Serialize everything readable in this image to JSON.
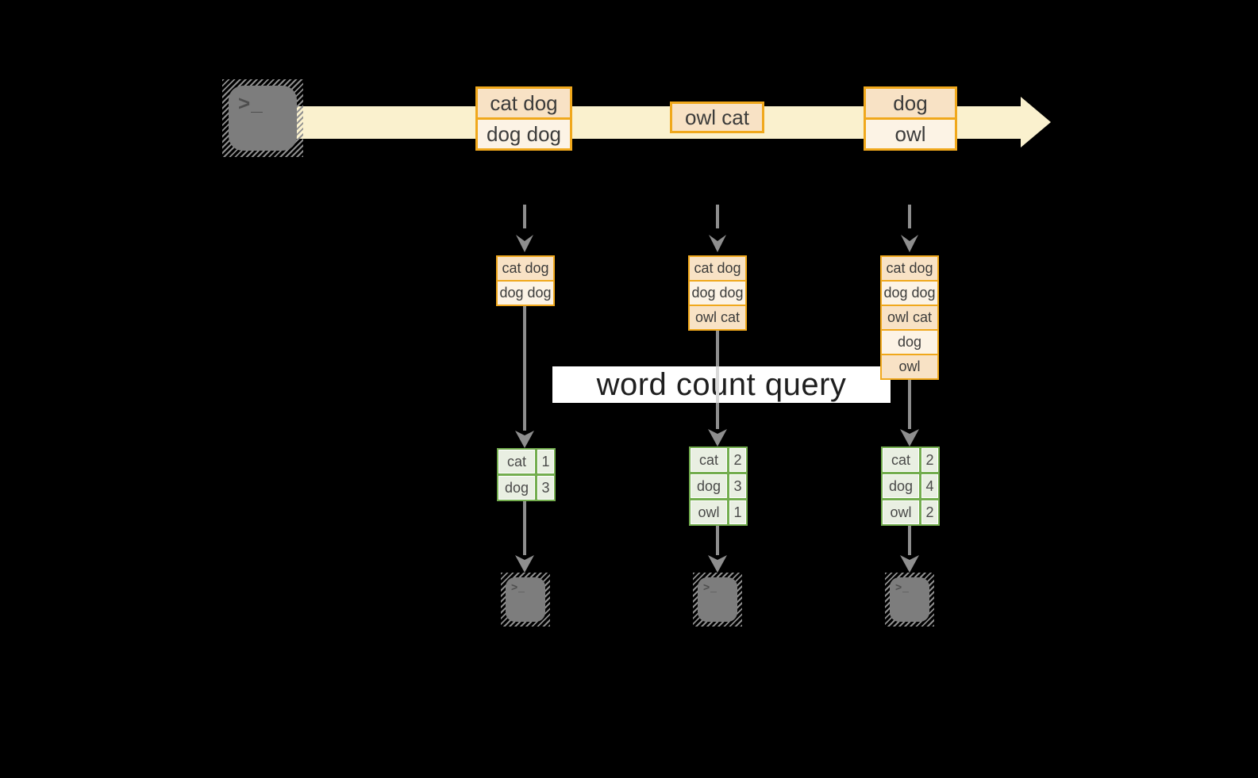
{
  "stream": {
    "batches": [
      {
        "lines": [
          "cat dog",
          "dog dog"
        ]
      },
      {
        "lines": [
          "owl cat"
        ]
      },
      {
        "lines": [
          "dog",
          "owl"
        ]
      }
    ]
  },
  "query": {
    "label": "word count query"
  },
  "columns": [
    {
      "state": [
        "cat dog",
        "dog dog"
      ],
      "counts": [
        {
          "word": "cat",
          "count": "1"
        },
        {
          "word": "dog",
          "count": "3"
        }
      ]
    },
    {
      "state": [
        "cat dog",
        "dog dog",
        "owl cat"
      ],
      "counts": [
        {
          "word": "cat",
          "count": "2"
        },
        {
          "word": "dog",
          "count": "3"
        },
        {
          "word": "owl",
          "count": "1"
        }
      ]
    },
    {
      "state": [
        "cat dog",
        "dog dog",
        "owl cat",
        "dog",
        "owl"
      ],
      "counts": [
        {
          "word": "cat",
          "count": "2"
        },
        {
          "word": "dog",
          "count": "4"
        },
        {
          "word": "owl",
          "count": "2"
        }
      ]
    }
  ],
  "terminals": {
    "prompt_glyph": ">_"
  },
  "colors": {
    "background": "#000000",
    "stream_band": "#FAF1CE",
    "orange_border": "#F0A81C",
    "record_peach": "#F8E2C5",
    "record_cream": "#FCF3E5",
    "green_border": "#73AD4E",
    "green_cell": "#E9EFE2",
    "arrow_grey": "#8E8E8E",
    "banner_bg": "#FFFFFF",
    "text_dark": "#3C3C3B"
  }
}
